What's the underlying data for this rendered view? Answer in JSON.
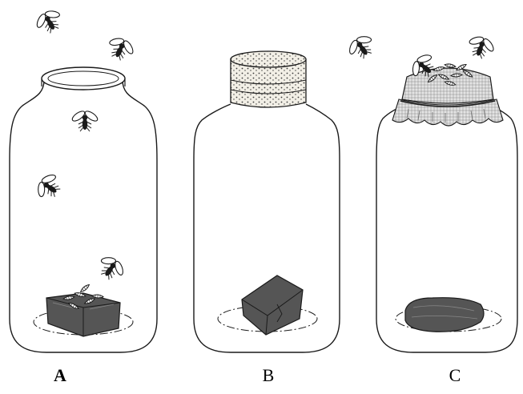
{
  "jars": [
    {
      "id": "a",
      "label": "A",
      "cover": "open",
      "maggots_on_meat": true,
      "flies_inside": true
    },
    {
      "id": "b",
      "label": "B",
      "cover": "cork",
      "maggots_on_meat": false,
      "flies_inside": false
    },
    {
      "id": "c",
      "label": "C",
      "cover": "gauze",
      "maggots_on_gauze": true,
      "flies_inside": false
    }
  ],
  "colors": {
    "ink": "#1a1a1a",
    "meat": "#555555",
    "cork": "#e6e2d6",
    "gauze": "#d9d9d9",
    "background": "#ffffff"
  },
  "icons": [
    "fly-icon",
    "maggot-icon",
    "meat-icon",
    "jar-icon"
  ]
}
